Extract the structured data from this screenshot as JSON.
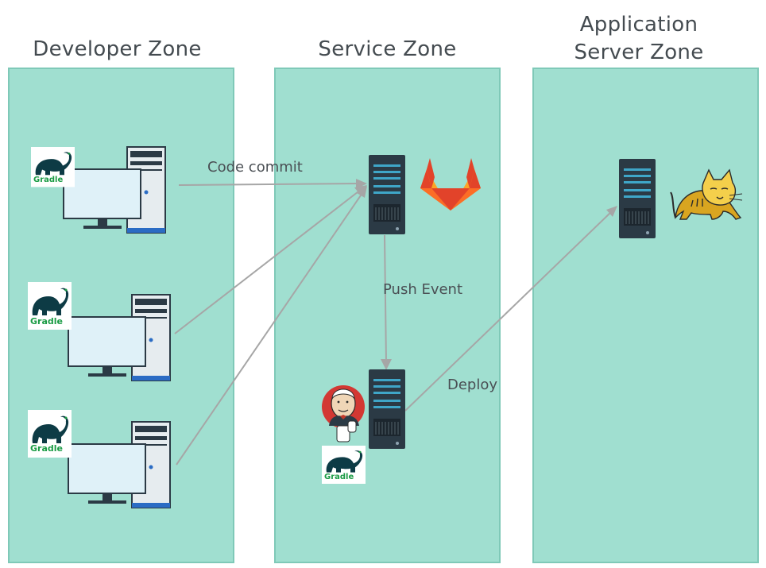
{
  "zones": {
    "developer": {
      "title": "Developer Zone"
    },
    "service": {
      "title": "Service Zone"
    },
    "app_server": {
      "title_line1": "Application",
      "title_line2": "Server Zone"
    }
  },
  "edges": {
    "code_commit": "Code commit",
    "push_event": "Push Event",
    "deploy": "Deploy"
  },
  "logos": {
    "gradle": "Gradle"
  },
  "icons": [
    "desktop-computer-icon",
    "server-icon",
    "gitlab-icon",
    "jenkins-icon",
    "gradle-icon",
    "tomcat-icon"
  ],
  "colors": {
    "zone_fill": "#a0dfd0",
    "zone_border": "#7fc9b8",
    "arrow": "#a6a6a6",
    "server_body": "#2b3a45",
    "server_accent": "#3fa6c8",
    "gitlab_orange": "#e2432a",
    "gradle_green": "#1a9b44"
  }
}
